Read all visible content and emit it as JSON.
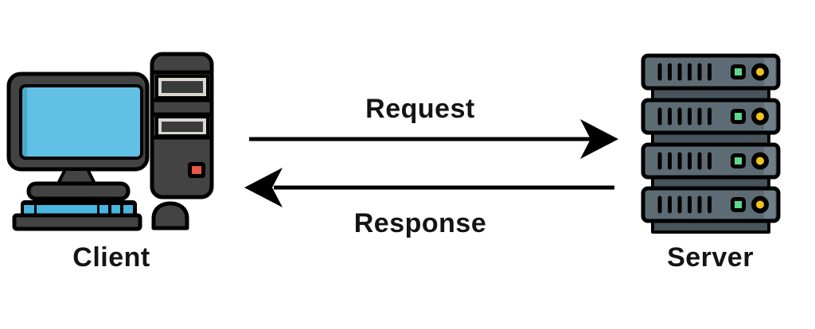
{
  "diagram": {
    "kind": "client-server-communication",
    "labels": {
      "request": "Request",
      "response": "Response",
      "client": "Client",
      "server": "Server"
    },
    "icons": {
      "client": "desktop-computer-icon",
      "server": "server-rack-icon"
    },
    "arrows": [
      {
        "name": "request-arrow",
        "direction": "right",
        "from": "Client",
        "to": "Server"
      },
      {
        "name": "response-arrow",
        "direction": "left",
        "from": "Server",
        "to": "Client"
      }
    ]
  },
  "colors": {
    "background": "#ffffff",
    "outline": "#000000",
    "text": "#141414",
    "arrow": "#000000",
    "dark_gray": "#434343",
    "screen_blue": "#63c0e5",
    "screen_blue_shade": "#4da7c9",
    "key_blue": "#49b6df",
    "bay_light": "#d9d7cf",
    "bay_inner": "#3a3a3a",
    "power_red": "#e8554a",
    "server_body": "#5d6c74",
    "server_body_light": "#6f7e87",
    "server_connector": "#47545c",
    "led_green": "#5cd98a",
    "led_yellow": "#f2c21c"
  }
}
